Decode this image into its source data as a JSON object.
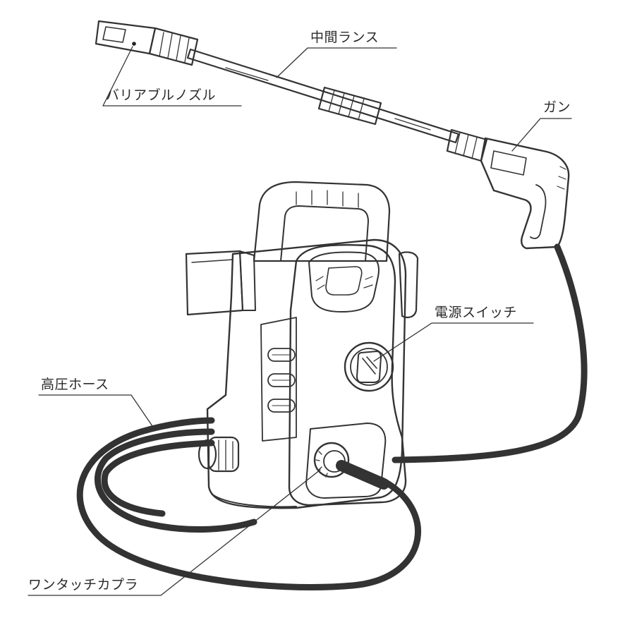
{
  "labels": {
    "lance": "中間ランス",
    "nozzle": "バリアブルノズル",
    "gun": "ガン",
    "power_switch": "電源スイッチ",
    "high_pressure_hose": "高圧ホース",
    "one_touch_coupler": "ワンタッチカプラ"
  },
  "colors": {
    "line": "#333333",
    "hose": "#9a9a9a",
    "label_text": "#2a2a2a",
    "background": "#ffffff"
  }
}
